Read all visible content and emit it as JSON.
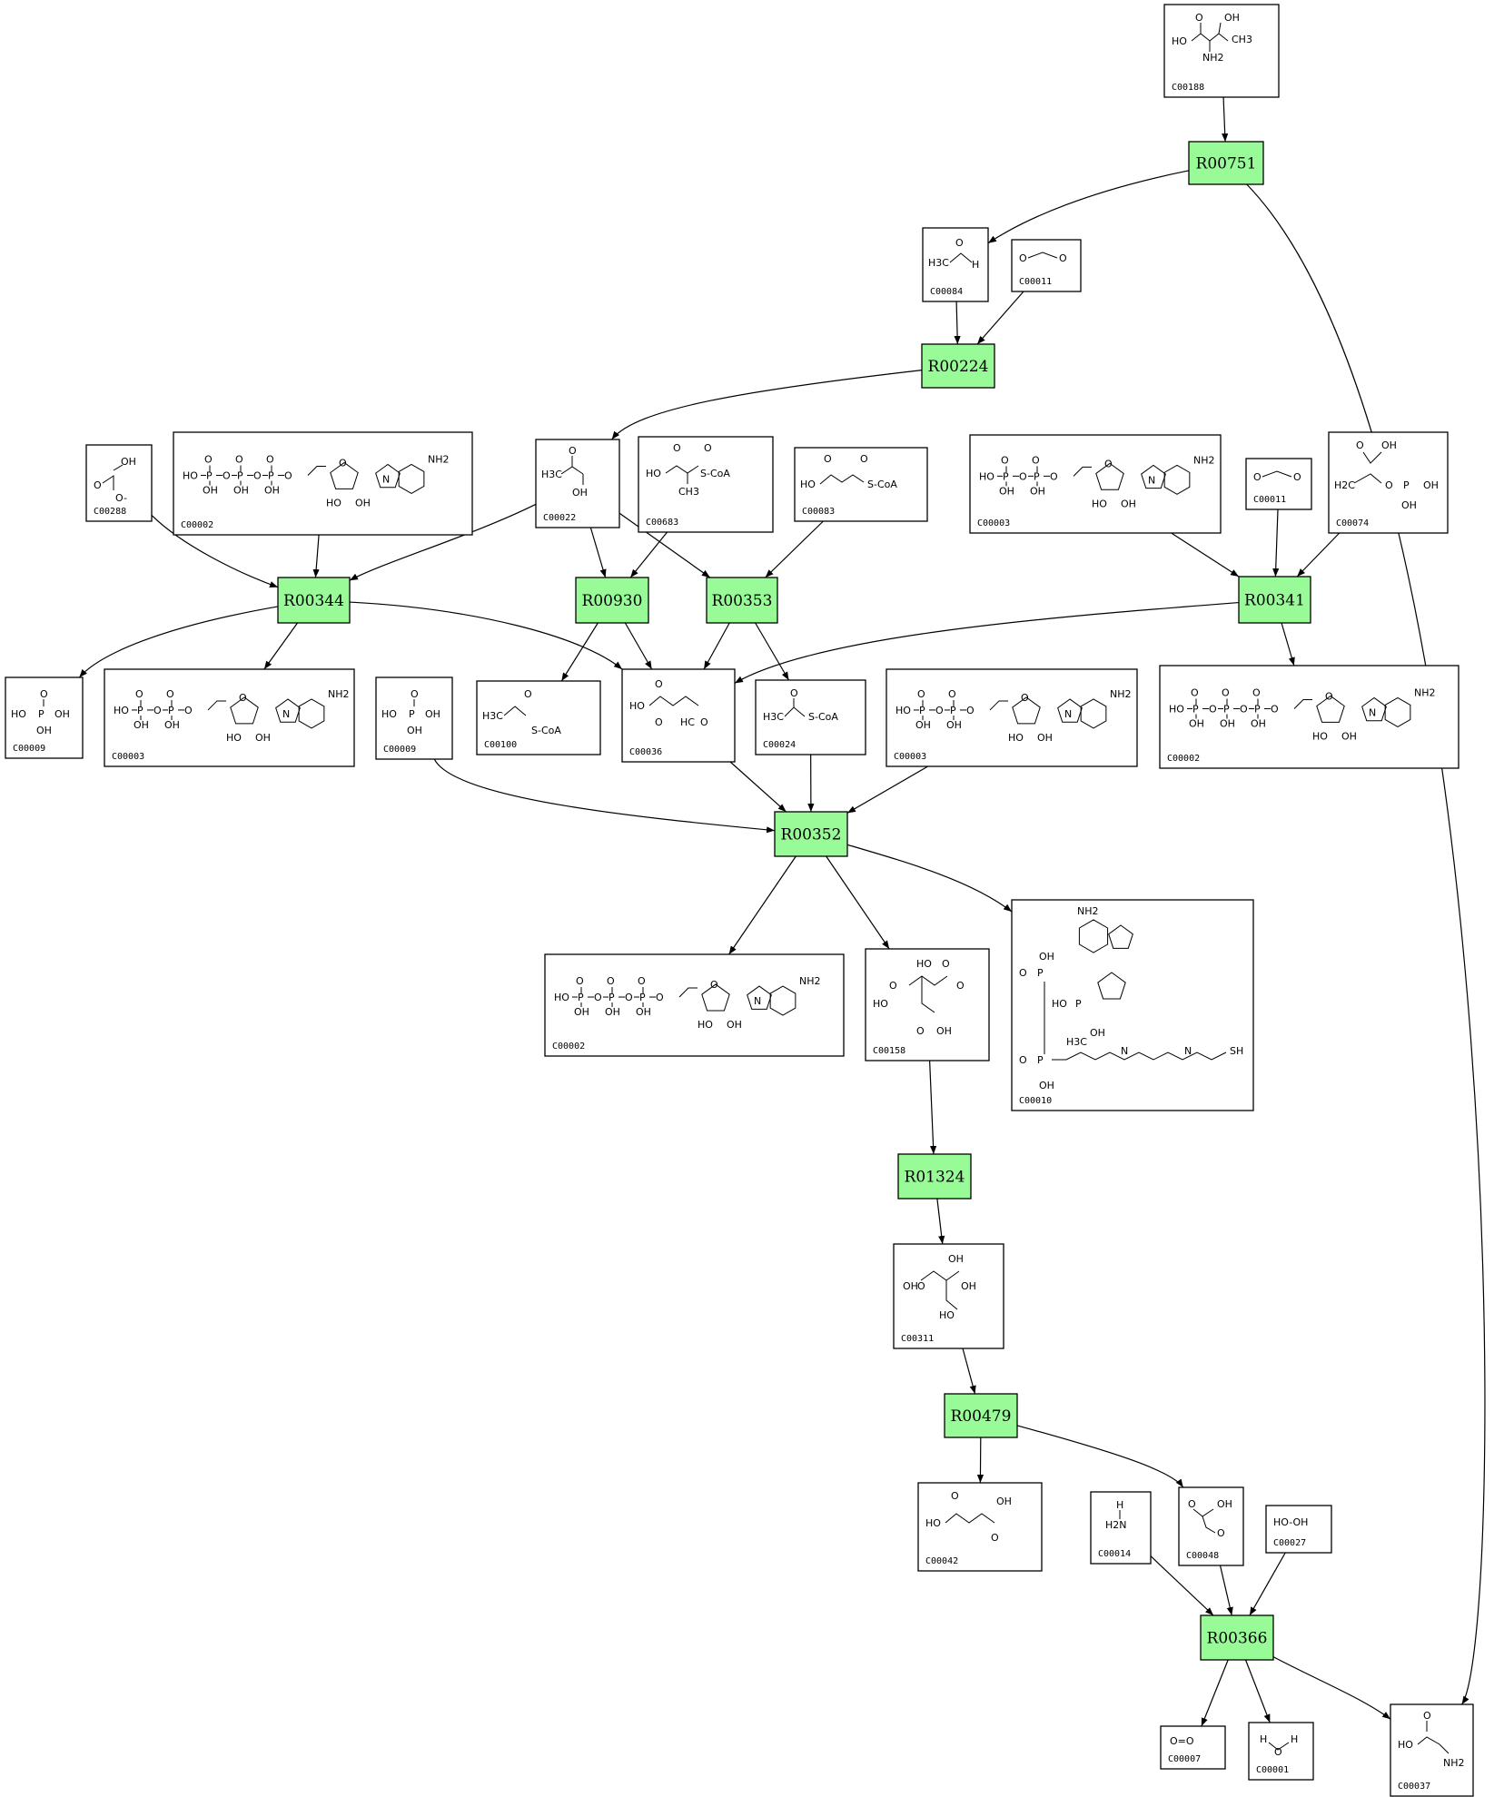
{
  "compounds": [
    {
      "id": "c00188",
      "label": "C00188"
    },
    {
      "id": "c00084",
      "label": "C00084"
    },
    {
      "id": "c00011a",
      "label": "C00011"
    },
    {
      "id": "c00288",
      "label": "C00288"
    },
    {
      "id": "c00002a",
      "label": "C00002"
    },
    {
      "id": "c00022",
      "label": "C00022"
    },
    {
      "id": "c00683",
      "label": "C00683"
    },
    {
      "id": "c00083",
      "label": "C00083"
    },
    {
      "id": "c00003a",
      "label": "C00003"
    },
    {
      "id": "c00011b",
      "label": "C00011"
    },
    {
      "id": "c00074",
      "label": "C00074"
    },
    {
      "id": "c00009a",
      "label": "C00009"
    },
    {
      "id": "c00003b",
      "label": "C00003"
    },
    {
      "id": "c00009b",
      "label": "C00009"
    },
    {
      "id": "c00100",
      "label": "C00100"
    },
    {
      "id": "c00036",
      "label": "C00036"
    },
    {
      "id": "c00024",
      "label": "C00024"
    },
    {
      "id": "c00003c",
      "label": "C00003"
    },
    {
      "id": "c00002b",
      "label": "C00002"
    },
    {
      "id": "c00002c",
      "label": "C00002"
    },
    {
      "id": "c00158",
      "label": "C00158"
    },
    {
      "id": "c00010",
      "label": "C00010"
    },
    {
      "id": "c00311",
      "label": "C00311"
    },
    {
      "id": "c00042",
      "label": "C00042"
    },
    {
      "id": "c00014",
      "label": "C00014"
    },
    {
      "id": "c00048",
      "label": "C00048"
    },
    {
      "id": "c00027",
      "label": "C00027"
    },
    {
      "id": "c00007",
      "label": "C00007"
    },
    {
      "id": "c00001",
      "label": "C00001"
    },
    {
      "id": "c00037",
      "label": "C00037"
    }
  ],
  "reactions": [
    {
      "id": "r00751",
      "label": "R00751"
    },
    {
      "id": "r00224",
      "label": "R00224"
    },
    {
      "id": "r00344",
      "label": "R00344"
    },
    {
      "id": "r00930",
      "label": "R00930"
    },
    {
      "id": "r00353",
      "label": "R00353"
    },
    {
      "id": "r00341",
      "label": "R00341"
    },
    {
      "id": "r00352",
      "label": "R00352"
    },
    {
      "id": "r01324",
      "label": "R01324"
    },
    {
      "id": "r00479",
      "label": "R00479"
    },
    {
      "id": "r00366",
      "label": "R00366"
    }
  ],
  "edges": [
    [
      "c00188",
      "r00751"
    ],
    [
      "r00751",
      "c00084"
    ],
    [
      "r00751",
      "c00037"
    ],
    [
      "c00084",
      "r00224"
    ],
    [
      "c00011a",
      "r00224"
    ],
    [
      "r00224",
      "c00022"
    ],
    [
      "c00288",
      "r00344"
    ],
    [
      "c00002a",
      "r00344"
    ],
    [
      "c00022",
      "r00344"
    ],
    [
      "r00344",
      "c00009a"
    ],
    [
      "r00344",
      "c00003b"
    ],
    [
      "r00344",
      "c00036"
    ],
    [
      "c00022",
      "r00930"
    ],
    [
      "c00683",
      "r00930"
    ],
    [
      "r00930",
      "c00100"
    ],
    [
      "r00930",
      "c00036"
    ],
    [
      "c00022",
      "r00353"
    ],
    [
      "c00083",
      "r00353"
    ],
    [
      "r00353",
      "c00036"
    ],
    [
      "r00353",
      "c00024"
    ],
    [
      "c00003a",
      "r00341"
    ],
    [
      "c00011b",
      "r00341"
    ],
    [
      "c00074",
      "r00341"
    ],
    [
      "r00341",
      "c00036"
    ],
    [
      "r00341",
      "c00002b"
    ],
    [
      "c00009b",
      "r00352"
    ],
    [
      "c00036",
      "r00352"
    ],
    [
      "c00024",
      "r00352"
    ],
    [
      "c00003c",
      "r00352"
    ],
    [
      "r00352",
      "c00002c"
    ],
    [
      "r00352",
      "c00158"
    ],
    [
      "r00352",
      "c00010"
    ],
    [
      "c00158",
      "r01324"
    ],
    [
      "r01324",
      "c00311"
    ],
    [
      "c00311",
      "r00479"
    ],
    [
      "r00479",
      "c00042"
    ],
    [
      "r00479",
      "c00048"
    ],
    [
      "c00014",
      "r00366"
    ],
    [
      "c00048",
      "r00366"
    ],
    [
      "c00027",
      "r00366"
    ],
    [
      "r00366",
      "c00007"
    ],
    [
      "r00366",
      "c00001"
    ],
    [
      "r00366",
      "c00037"
    ]
  ],
  "atom_labels": {
    "oh": "OH",
    "ho": "HO",
    "nh2": "NH2",
    "ch3": "CH3",
    "h3c": "H3C",
    "h": "H",
    "o": "O",
    "p": "P",
    "scoa": "S-CoA",
    "sh": "SH",
    "n": "N",
    "hc": "HC",
    "oeq": "O=O",
    "hooh": "HO-OH",
    "h2c": "H2C",
    "ominus": "O-",
    "h2n": "H2N"
  }
}
